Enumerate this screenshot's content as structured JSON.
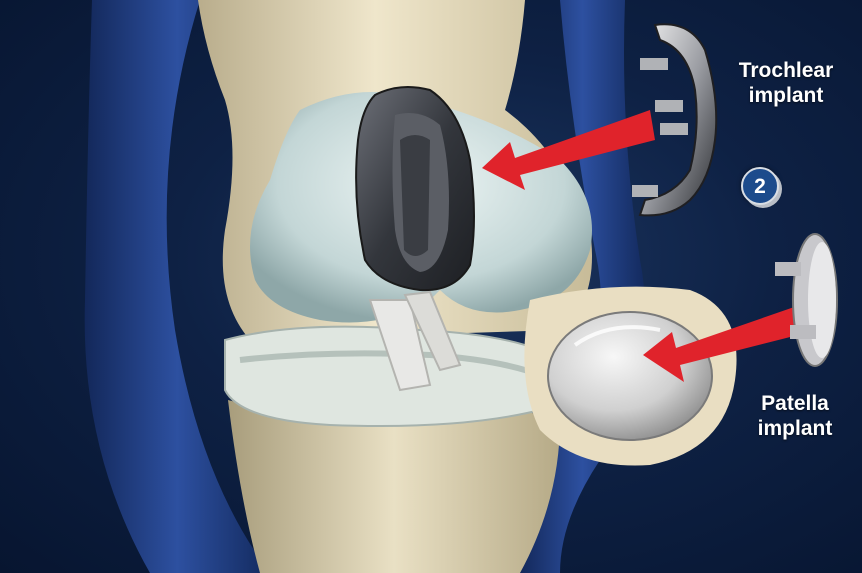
{
  "labels": {
    "trochlear_line1": "Trochlear",
    "trochlear_line2": "implant",
    "patella_line1": "Patella",
    "patella_line2": "implant"
  },
  "step_badge": "2",
  "colors": {
    "background": "#0e2144",
    "ligament_blue": "#1f3f86",
    "bone": "#e8dfc3",
    "cartilage": "#c9d9d9",
    "implant_dark": "#3a3d43",
    "arrow_red": "#e0232b",
    "badge_blue": "#1c4b8c",
    "label_text": "#ffffff"
  },
  "icons": [
    "trochlear-implant-icon",
    "patella-implant-icon",
    "arrow-icon"
  ]
}
